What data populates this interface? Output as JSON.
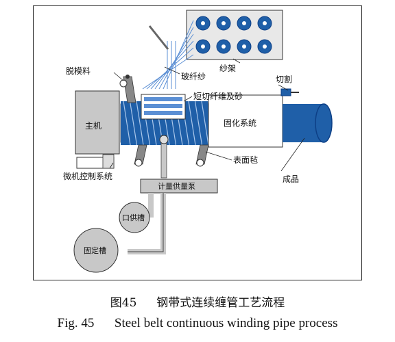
{
  "labels": {
    "creel": "纱架",
    "glass_yarn": "玻纤纱",
    "release_agent": "脱模料",
    "chopped_fiber_sand": "短切纤维及砂",
    "cutting": "切割",
    "main_machine": "主机",
    "curing_system": "固化系统",
    "surface_mat": "表面毡",
    "microcomputer_control": "微机控制系统",
    "metering_pump": "计量供量泵",
    "supply_tank": "口供槽",
    "fixed_tank": "固定槽",
    "finished_product": "成品"
  },
  "caption": {
    "zh_num": "图45",
    "zh_title": "钢带式连续缠管工艺流程",
    "en_num": "Fig. 45",
    "en_title": "Steel belt continuous winding pipe process"
  },
  "colors": {
    "pipe_blue": "#1f5fa8",
    "dark_blue": "#0d3f86",
    "gray_fill": "#c8c8c8",
    "light_gray": "#e6e6e6",
    "yarn_blue": "#5b8fd4"
  }
}
